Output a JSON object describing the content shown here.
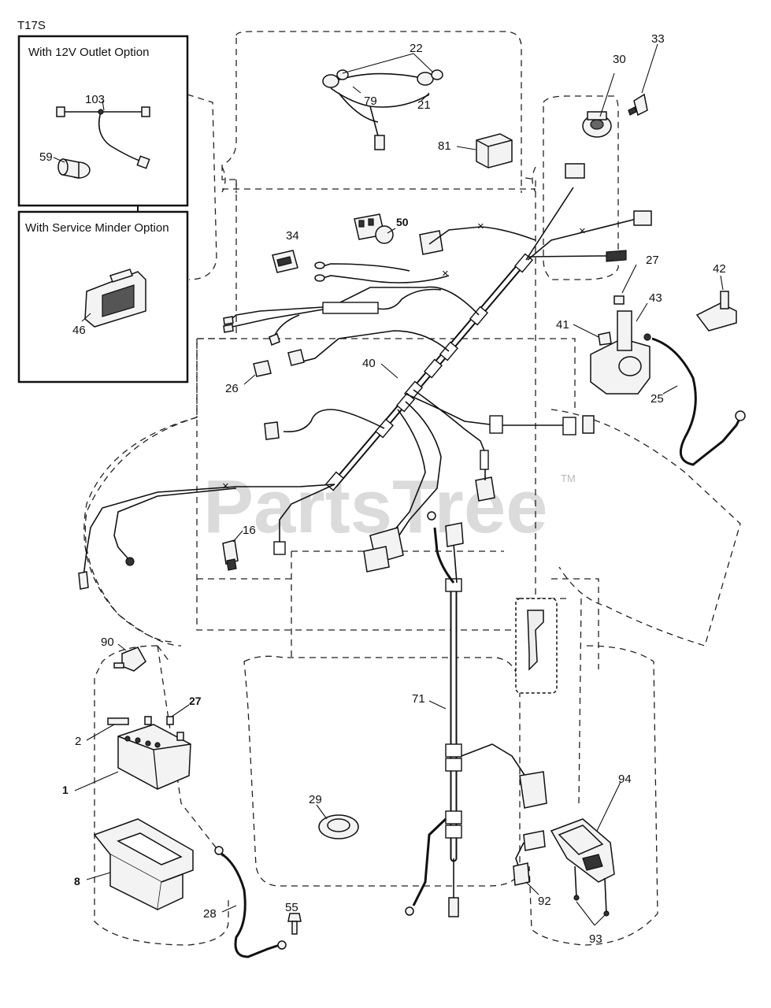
{
  "page_code": "T17S",
  "watermark": {
    "brand": "PartsTree",
    "tm": "TM"
  },
  "option_boxes": [
    {
      "title": "With 12V Outlet Option",
      "callouts": [
        "103",
        "59"
      ]
    },
    {
      "title": "With Service Minder Option",
      "callouts": [
        "46"
      ]
    }
  ],
  "callouts": {
    "c22": "22",
    "c79": "79",
    "c21": "21",
    "c81": "81",
    "c30": "30",
    "c33": "33",
    "c50": "50",
    "c34": "34",
    "c27a": "27",
    "c42": "42",
    "c43": "43",
    "c41": "41",
    "c25": "25",
    "c26": "26",
    "c40": "40",
    "c16": "16",
    "c90": "90",
    "c27b": "27",
    "c2": "2",
    "c1": "1",
    "c8": "8",
    "c29": "29",
    "c71": "71",
    "c94": "94",
    "c92": "92",
    "c93": "93",
    "c28": "28",
    "c55": "55"
  }
}
